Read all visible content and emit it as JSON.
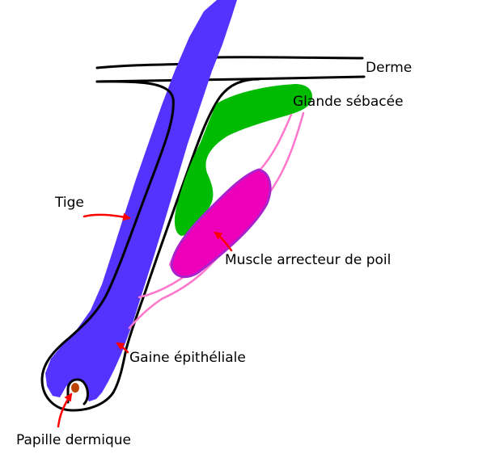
{
  "labels": {
    "derme": "Derme",
    "glande": "Glande sébacée",
    "tige": "Tige",
    "muscle": "Muscle arrecteur de poil",
    "gaine": "Gaine épithéliale",
    "papille": "Papille dermique"
  },
  "colors": {
    "hair_shaft": "#5533ff",
    "sebaceous_gland": "#00bb00",
    "muscle_fill": "#ee00bb",
    "muscle_edge": "#aa22cc",
    "muscle_strands": "#ff77cc",
    "papilla": "#bb4400",
    "arrow": "#ff0000",
    "outline": "#000000"
  }
}
